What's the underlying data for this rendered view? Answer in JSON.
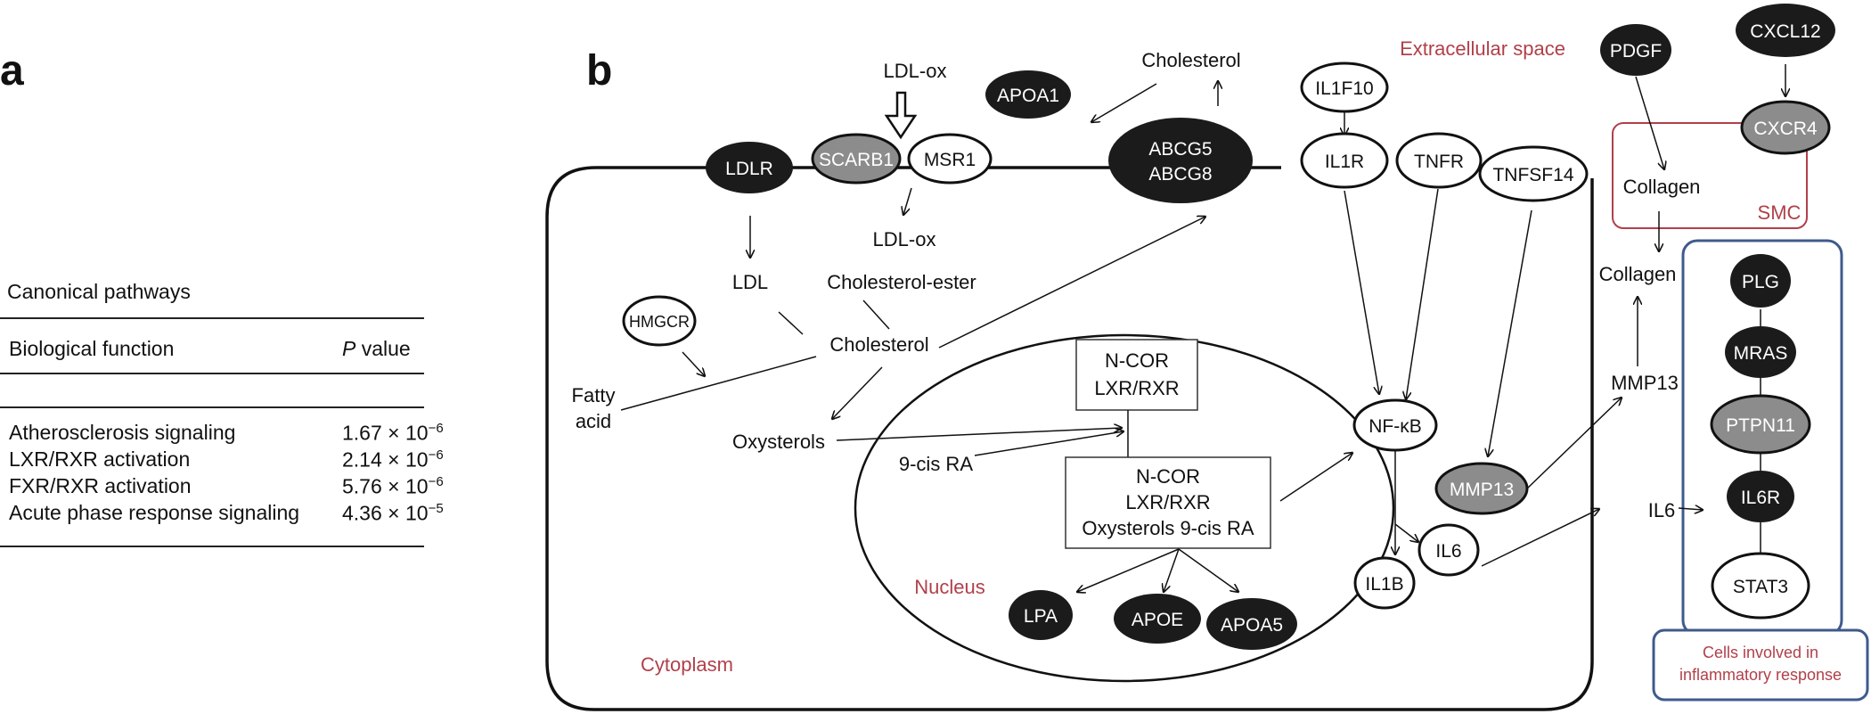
{
  "panel_a": {
    "letter": "a",
    "caption": "Canonical pathways",
    "col_function": "Biological function",
    "col_p_italic": "P",
    "col_p_rest": " value",
    "rows": [
      {
        "name": "Atherosclerosis signaling",
        "mantissa": "1.67",
        "exponent": "−6"
      },
      {
        "name": "LXR/RXR activation",
        "mantissa": "2.14",
        "exponent": "−6"
      },
      {
        "name": "FXR/RXR activation",
        "mantissa": "5.76",
        "exponent": "−6"
      },
      {
        "name": "Acute phase response signaling",
        "mantissa": "4.36",
        "exponent": "−5"
      }
    ],
    "times_ten": " × 10"
  },
  "panel_b": {
    "letter": "b",
    "compartments": {
      "extracellular": "Extracellular space",
      "smc": "SMC",
      "nucleus": "Nucleus",
      "cytoplasm": "Cytoplasm",
      "inflammatory_line1": "Cells involved in",
      "inflammatory_line2": "inflammatory response"
    },
    "molecules": {
      "ldl_ox_top": "LDL-ox",
      "ldl_ox_inner": "LDL-ox",
      "cholesterol_out": "Cholesterol",
      "ldl": "LDL",
      "cholesterol_ester": "Cholesterol-ester",
      "cholesterol": "Cholesterol",
      "fatty_acid_1": "Fatty",
      "fatty_acid_2": "acid",
      "oxysterols": "Oxysterols",
      "nine_cis_ra": "9-cis RA",
      "collagen_smc": "Collagen",
      "collagen_out": "Collagen",
      "mmp13_text": "MMP13",
      "il6_text": "IL6"
    },
    "boxes": {
      "ncor1_line1": "N-COR",
      "ncor1_line2": "LXR/RXR",
      "ncor2_line1": "N-COR",
      "ncor2_line2": "LXR/RXR",
      "ncor2_line3": "Oxysterols 9-cis RA"
    },
    "nodes": {
      "ldlr": "LDLR",
      "scarb1": "SCARB1",
      "msr1": "MSR1",
      "apoa1": "APOA1",
      "abcg5": "ABCG5",
      "abcg8": "ABCG8",
      "il1f10": "IL1F10",
      "il1r": "IL1R",
      "tnfr": "TNFR",
      "tnfsf14": "TNFSF14",
      "hmgcr": "HMGCR",
      "nfkb": "NF-κB",
      "mmp13": "MMP13",
      "il1b": "IL1B",
      "il6": "IL6",
      "lpa": "LPA",
      "apoe": "APOE",
      "apoa5": "APOA5",
      "pdgf": "PDGF",
      "cxcl12": "CXCL12",
      "cxcr4": "CXCR4",
      "plg": "PLG",
      "mras": "MRAS",
      "ptpn11": "PTPN11",
      "il6r": "IL6R",
      "stat3": "STAT3"
    },
    "colors": {
      "black_node": "#1b1b1b",
      "grey_node": "#8c8c8c",
      "white_node": "#ffffff",
      "red_label": "#b0404a",
      "blue_border": "#3f5a8c"
    }
  }
}
